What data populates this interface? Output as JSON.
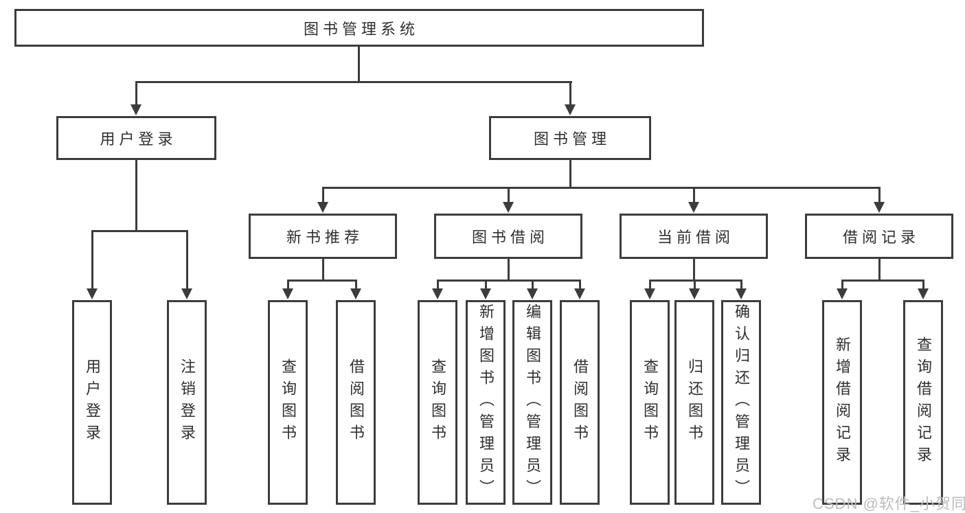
{
  "tree": {
    "root": {
      "label": "图书管理系统"
    },
    "branches": [
      {
        "label": "用户登录",
        "children": [
          "用户登录",
          "注销登录"
        ]
      },
      {
        "label": "图书管理",
        "groups": [
          {
            "label": "新书推荐",
            "children": [
              "查询图书",
              "借阅图书"
            ]
          },
          {
            "label": "图书借阅",
            "children": [
              "查询图书",
              "新增图书（管理员）",
              "编辑图书（管理员）",
              "借阅图书"
            ]
          },
          {
            "label": "当前借阅",
            "children": [
              "查询图书",
              "归还图书",
              "确认归还（管理员）"
            ]
          },
          {
            "label": "借阅记录",
            "children": [
              "新增借阅记录",
              "查询借阅记录"
            ]
          }
        ]
      }
    ]
  },
  "watermark": {
    "text": "CSDN @软件_小贺同学"
  },
  "colors": {
    "line": "#3c3c3c",
    "text": "#2f2f2f",
    "watermark": "#bcbcbc",
    "background": "#ffffff"
  }
}
